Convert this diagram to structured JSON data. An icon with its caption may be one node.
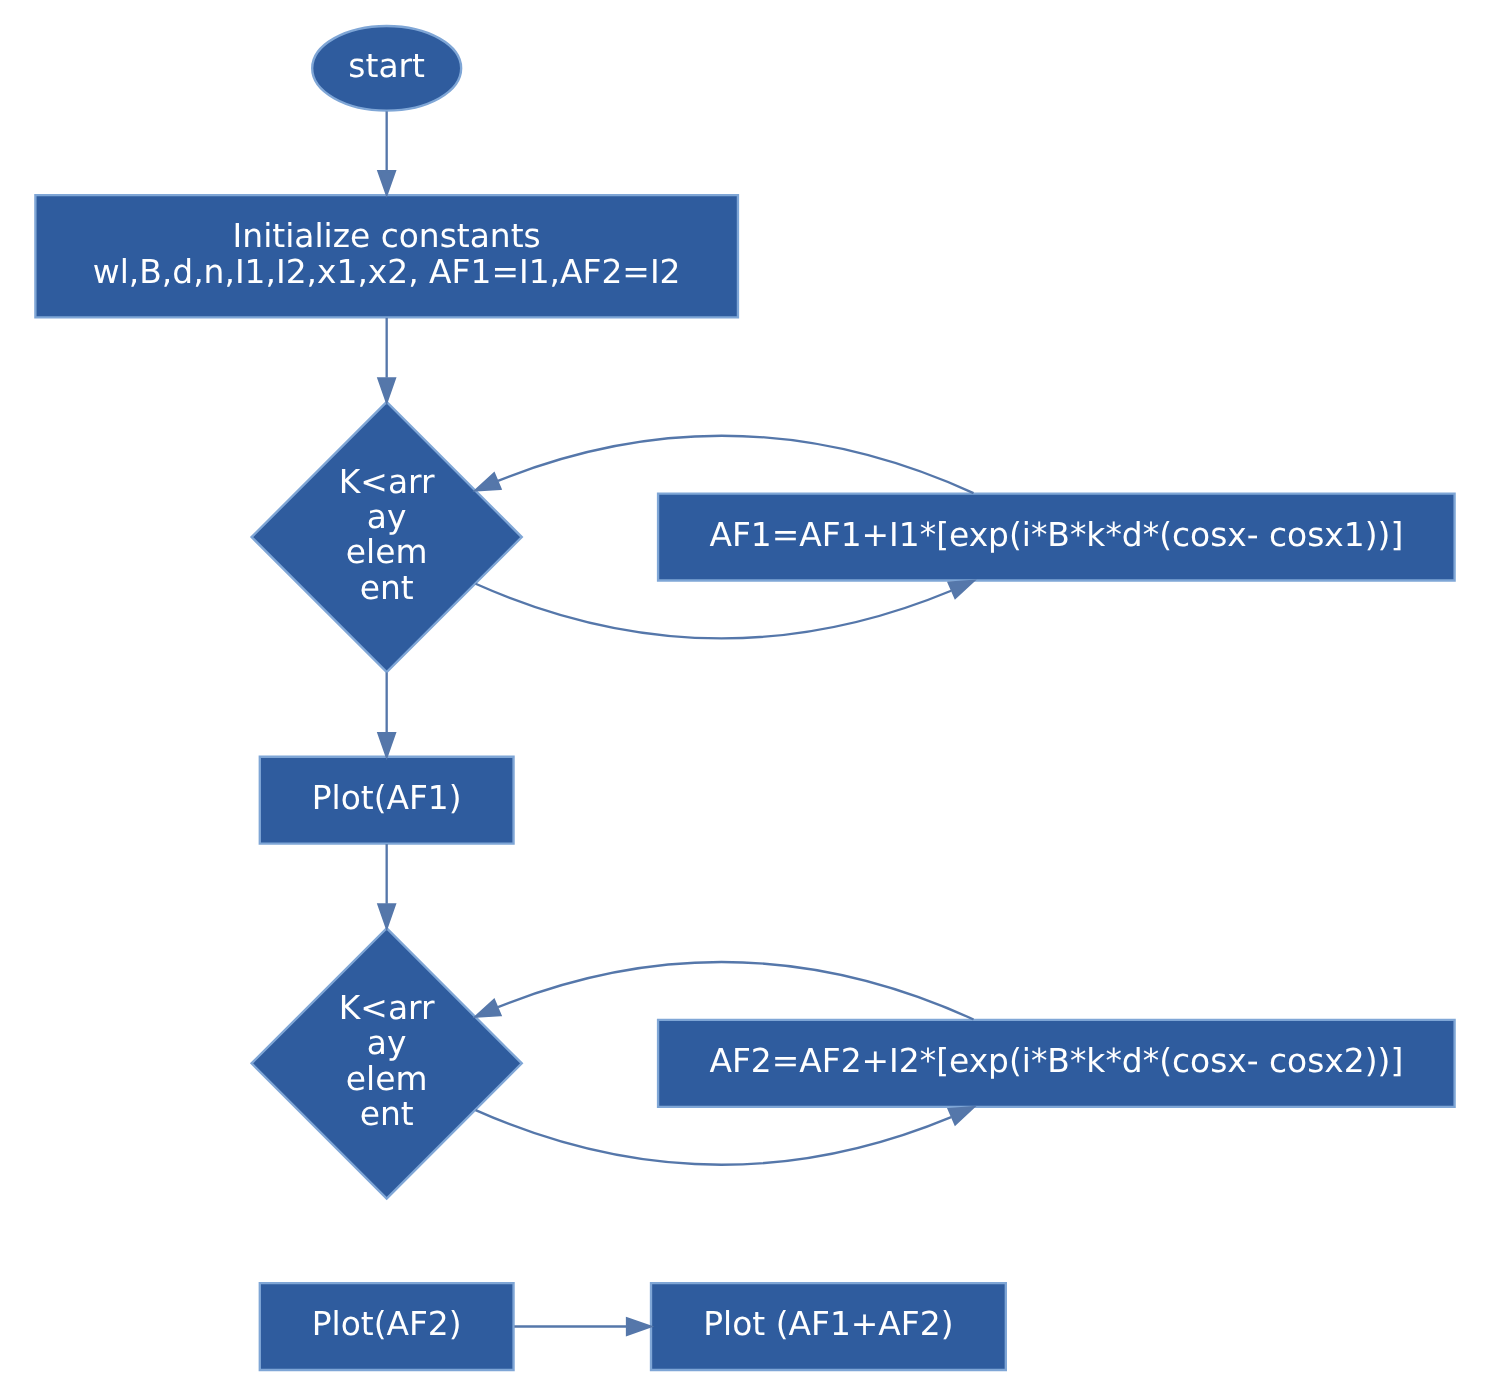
{
  "diagram": {
    "nodes": [
      {
        "text": [
          "start"
        ]
      },
      {
        "text": [
          "Initialize constants",
          "wl,B,d,n,I1,I2,x1,x2, AF1=I1,AF2=I2"
        ]
      },
      {
        "text": [
          "K<arr ay elem ent"
        ]
      },
      {
        "text": [
          "AF1=AF1+I1*[exp(i*B*k*d*(cosx- cosx1))]"
        ]
      },
      {
        "text": [
          "Plot(AF1)"
        ]
      },
      {
        "text": [
          "K<arr ay elem ent"
        ]
      },
      {
        "text": [
          "AF2=AF2+I2*[exp(i*B*k*d*(cosx- cosx2))]"
        ]
      },
      {
        "text": [
          "Plot(AF2)"
        ]
      },
      {
        "text": [
          "Plot (AF1+AF2)"
        ]
      }
    ],
    "edges": [
      {
        "from": 0,
        "to": 1,
        "arrow": "to"
      },
      {
        "from": 1,
        "to": 2,
        "arrow": "to"
      },
      {
        "from": 2,
        "to": 3,
        "arrow": "to"
      },
      {
        "from": 3,
        "to": 2,
        "arrow": "to"
      },
      {
        "from": 2,
        "to": 4,
        "arrow": "to"
      },
      {
        "from": 4,
        "to": 5,
        "arrow": "to"
      },
      {
        "from": 5,
        "to": 6,
        "arrow": "to"
      },
      {
        "from": 6,
        "to": 5,
        "arrow": "to"
      },
      {
        "from": 7,
        "to": 8,
        "arrow": "to"
      }
    ]
  }
}
